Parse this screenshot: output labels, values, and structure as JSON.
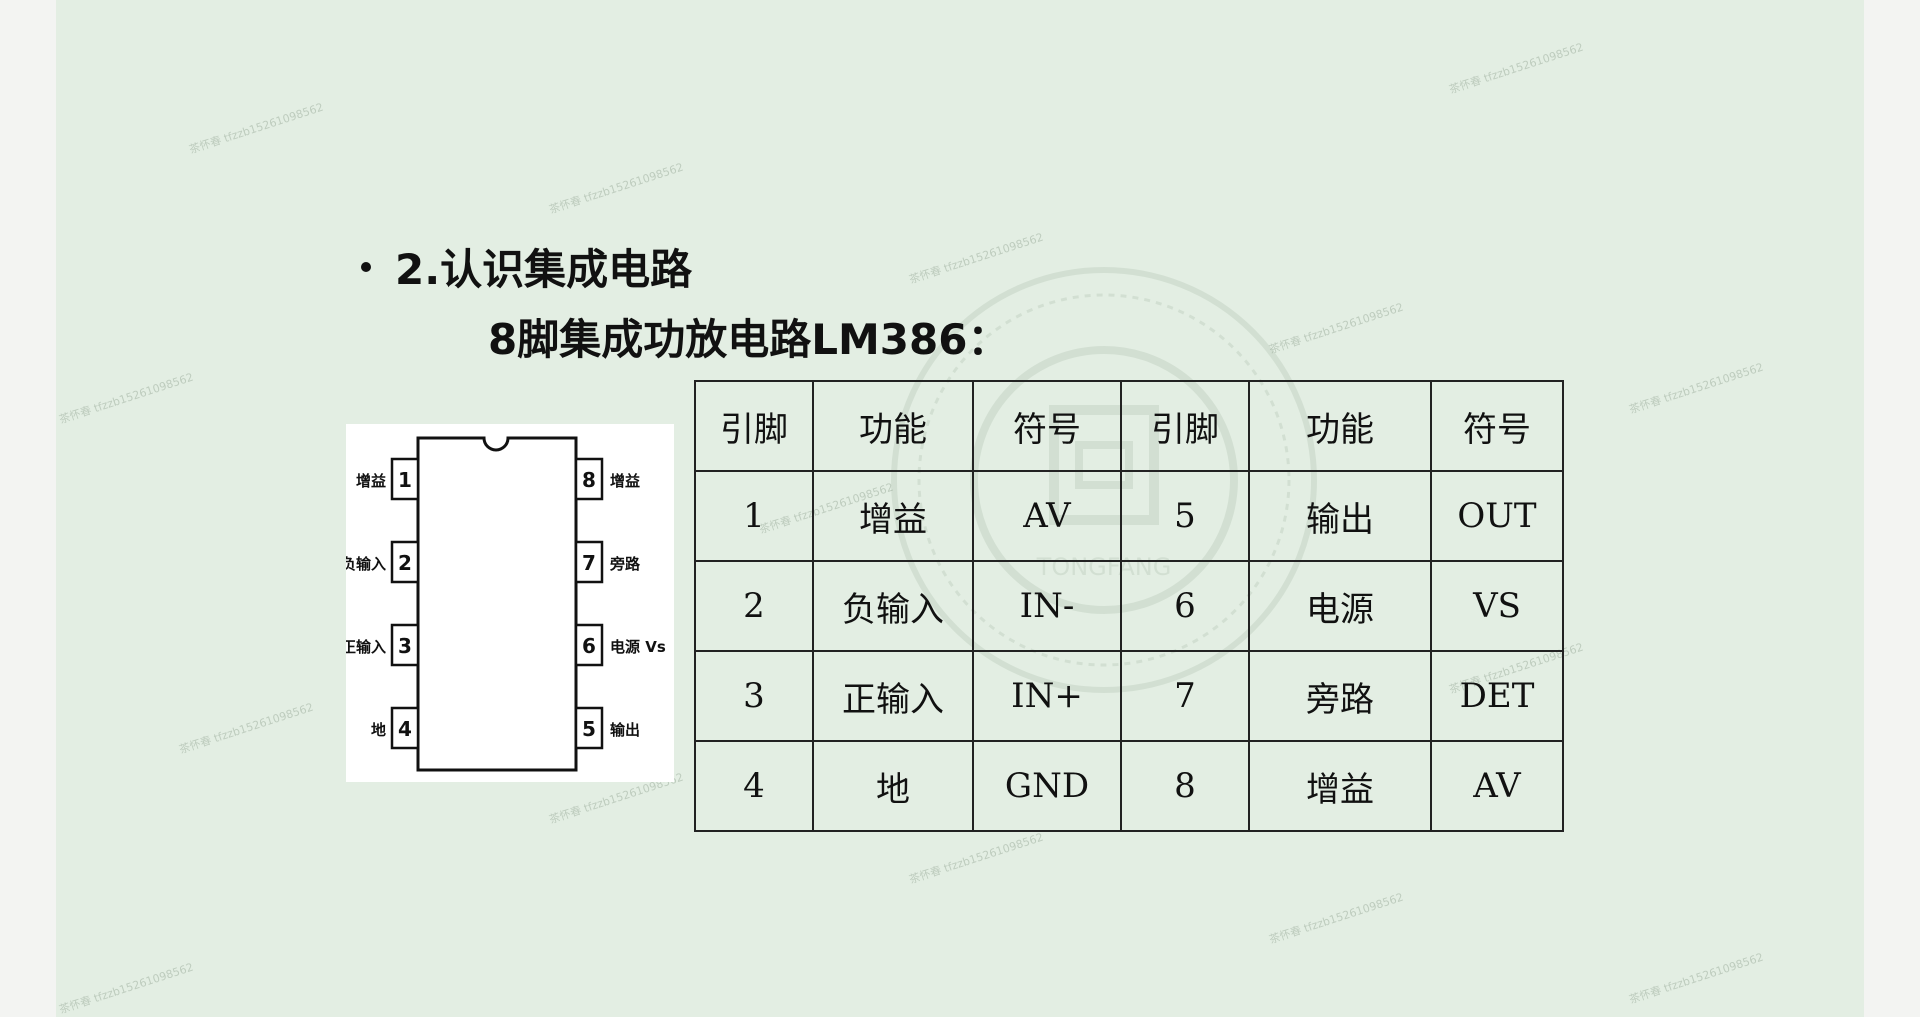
{
  "heading": {
    "bullet_text": "2.认识集成电路",
    "subtitle": "8脚集成功放电路LM386："
  },
  "chip_diagram": {
    "left_pins": [
      {
        "num": "1",
        "label": "增益"
      },
      {
        "num": "2",
        "label": "负输入"
      },
      {
        "num": "3",
        "label": "正输入"
      },
      {
        "num": "4",
        "label": "地"
      }
    ],
    "right_pins": [
      {
        "num": "8",
        "label": "增益"
      },
      {
        "num": "7",
        "label": "旁路"
      },
      {
        "num": "6",
        "label": "电源 Vs"
      },
      {
        "num": "5",
        "label": "输出"
      }
    ]
  },
  "pin_table": {
    "headers": [
      "引脚",
      "功能",
      "符号",
      "引脚",
      "功能",
      "符号"
    ],
    "rows": [
      [
        "1",
        "增益",
        "AV",
        "5",
        "输出",
        "OUT"
      ],
      [
        "2",
        "负输入",
        "IN-",
        "6",
        "电源",
        "VS"
      ],
      [
        "3",
        "正输入",
        "IN+",
        "7",
        "旁路",
        "DET"
      ],
      [
        "4",
        "地",
        "GND",
        "8",
        "增益",
        "AV"
      ]
    ]
  },
  "watermark": {
    "seal_text": "TONGFANG",
    "tile_text": "茶怀春 tfzzb15261098562"
  },
  "colors": {
    "slide_bg": "#e3eee3",
    "page_bg": "#f3f4f2",
    "text": "#111111"
  }
}
